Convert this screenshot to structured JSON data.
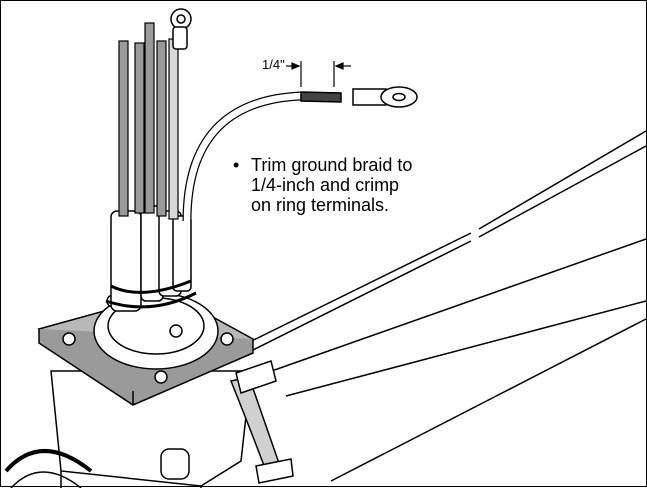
{
  "dimension_label": "1/4\"",
  "callout": {
    "bullet": "•",
    "lines": [
      "Trim ground braid to",
      "1/4-inch and crimp",
      "on ring terminals."
    ]
  },
  "colors": {
    "outline": "#000000",
    "wire": "#9a9a9a",
    "plate": "#b8b8b8",
    "fill": "#ffffff"
  }
}
